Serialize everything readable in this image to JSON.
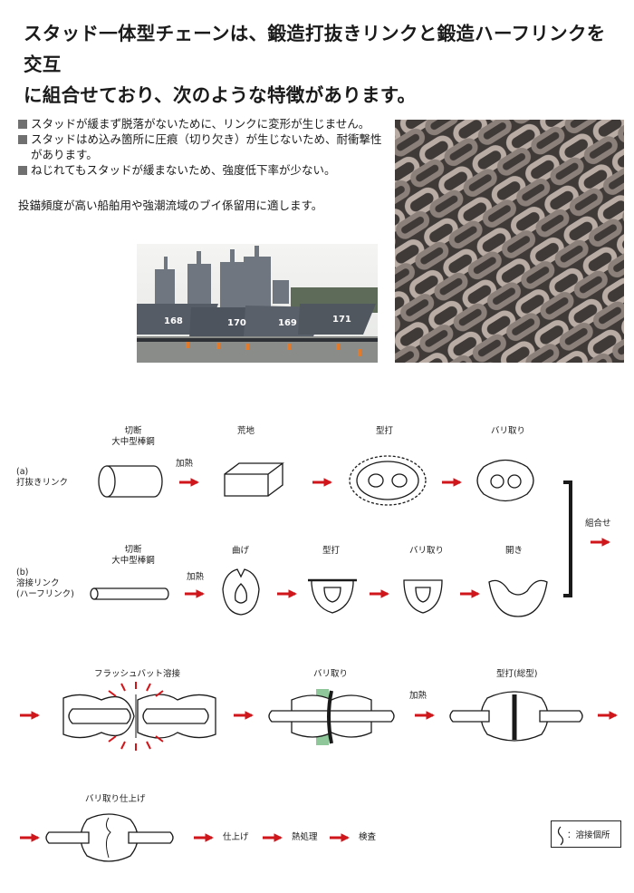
{
  "heading": {
    "line1": "スタッド一体型チェーンは、鍛造打抜きリンクと鍛造ハーフリンクを交互",
    "line2": "に組合せており、次のような特徴があります。"
  },
  "features": [
    "スタッドが緩まず脱落がないために、リンクに変形が生じません。",
    "スタッドはめ込み箇所に圧痕（切り欠き）が生じないため、耐衝撃性",
    "があります。",
    "ねじれてもスタッドが緩まないため、強度低下率が少ない。"
  ],
  "usage_note": "投錨頻度が高い船舶用や強潮流域のブイ係留用に適します。",
  "photo_ships": {
    "hull_numbers": [
      "168",
      "170",
      "169",
      "171"
    ]
  },
  "process": {
    "row_a": {
      "title_line1": "(a)",
      "title_line2": "打抜きリンク",
      "step1_line1": "切断",
      "step1_line2": "大中型棒鋼",
      "heat": "加熱",
      "step2": "荒地",
      "step3": "型打",
      "step4": "バリ取り"
    },
    "row_b": {
      "title_line1": "(b)",
      "title_line2": "溶接リンク",
      "title_line3": "(ハーフリンク)",
      "step1_line1": "切断",
      "step1_line2": "大中型棒鋼",
      "heat": "加熱",
      "step2": "曲げ",
      "step3": "型打",
      "step4": "バリ取り",
      "step5": "開き"
    },
    "combine": "組合せ",
    "row_c": {
      "step1": "フラッシュバット溶接",
      "step2": "バリ取り",
      "heat": "加熱",
      "step3": "型打(総型)"
    },
    "row_d": {
      "step1": "バリ取り仕上げ",
      "step2": "仕上げ",
      "step3": "熱処理",
      "step4": "検査"
    },
    "legend": "：溶接個所"
  },
  "colors": {
    "arrow": "#d0161b",
    "text": "#1a1a1a",
    "bullet": "#707070",
    "weld_green": "#8fc79a"
  }
}
